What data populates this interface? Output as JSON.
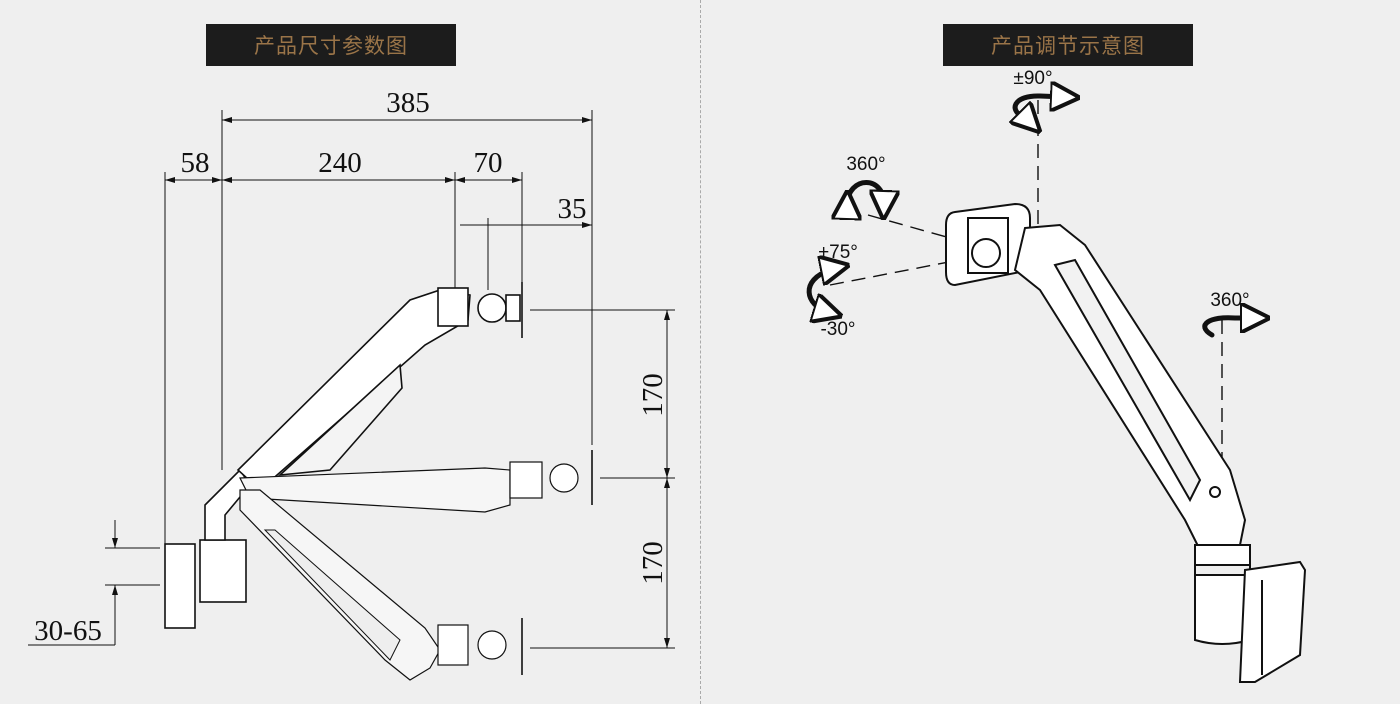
{
  "left_panel": {
    "title": "产品尺寸参数图",
    "dimensions": {
      "total_reach": "385",
      "base_offset": "58",
      "arm_length": "240",
      "head_length": "70",
      "plate_offset": "35",
      "height_upper": "170",
      "height_lower": "170",
      "clamp_range": "30-65"
    }
  },
  "right_panel": {
    "title": "产品调节示意图",
    "angles": {
      "swivel_head": "±90°",
      "rotation": "360°",
      "tilt_up": "+75°",
      "tilt_down": "-30°",
      "base_rotation": "360°"
    }
  },
  "colors": {
    "background": "#efefef",
    "title_bg": "#1c1c1c",
    "title_text": "#9a7448",
    "line": "#111111"
  }
}
